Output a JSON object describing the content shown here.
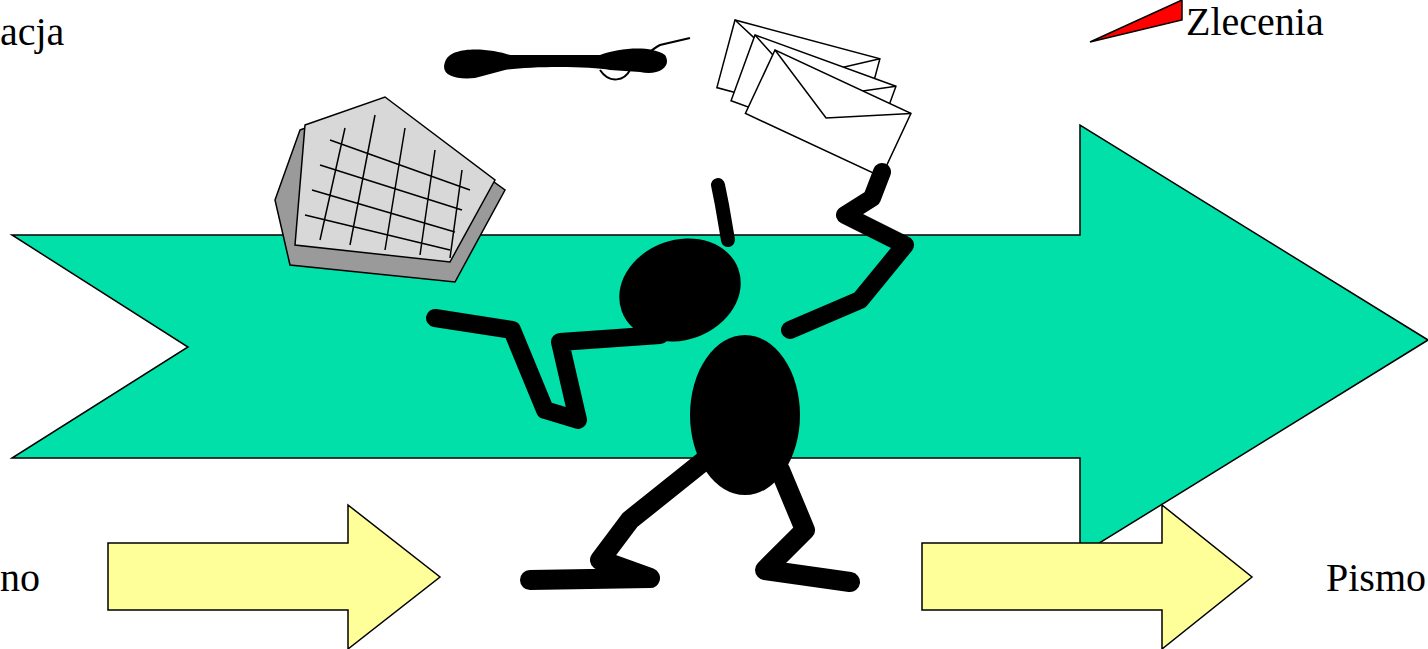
{
  "diagram": {
    "labels": [
      "acja",
      "Zlecenia",
      "no",
      "Pismo"
    ]
  }
}
